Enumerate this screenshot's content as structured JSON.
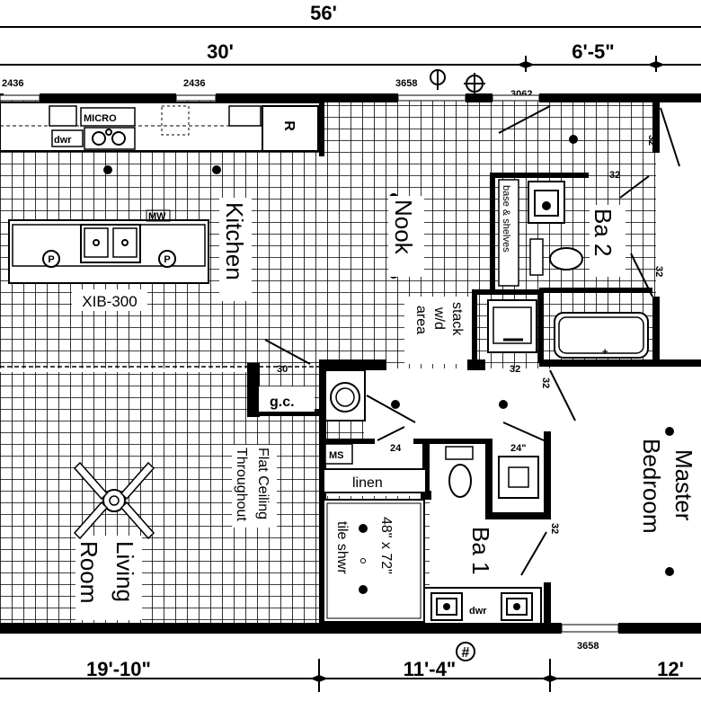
{
  "plan": {
    "title": "Floor plan",
    "colors": {
      "line": "#000000",
      "background": "#ffffff",
      "grid": "#000000"
    },
    "dimensions": {
      "overall_top": "56'",
      "top_left": "30'",
      "top_right": "6'-5\"",
      "bottom_left": "19'-10\"",
      "bottom_mid": "11'-4\"",
      "bottom_right": "12'"
    },
    "labels": {
      "kitchen": "Kitchen",
      "nook": "Nook",
      "living_room_line1": "Living",
      "living_room_line2": "Room",
      "master_line1": "Master",
      "master_line2": "Bedroom",
      "bath1": "Ba 1",
      "bath2": "Ba 2",
      "flat_ceiling_line1": "Flat Ceiling",
      "flat_ceiling_line2": "Throughout",
      "stack_line1": "stack",
      "stack_line2": "w/d",
      "stack_line3": "area",
      "linen": "linen",
      "g_c": "g.c.",
      "tile_shower_line1": "48\" x 72\"",
      "tile_shower_line2": "tile shwr",
      "micro": "MICRO",
      "dwr_top": "dwr",
      "dwr_bottom": "dwr",
      "island_model": "XIB-300",
      "r_mark": "R",
      "ms": "MS",
      "hash_symbol": "#",
      "base_shelves": "base & shelves",
      "mw": "MW",
      "window_2436_left": "2436",
      "window_2436_mid": "2436",
      "window_3658_top": "3658",
      "window_3062": "3062",
      "window_3658_bottom": "3658",
      "door_30": "30",
      "door_24_left": "24",
      "door_24_right": "24\"",
      "door_32_a": "32",
      "door_32_b": "32",
      "door_32_c": "32",
      "door_32_d": "32",
      "door_32_e": "32",
      "door_32_f": "32",
      "p_left": "P",
      "p_right": "P"
    }
  }
}
